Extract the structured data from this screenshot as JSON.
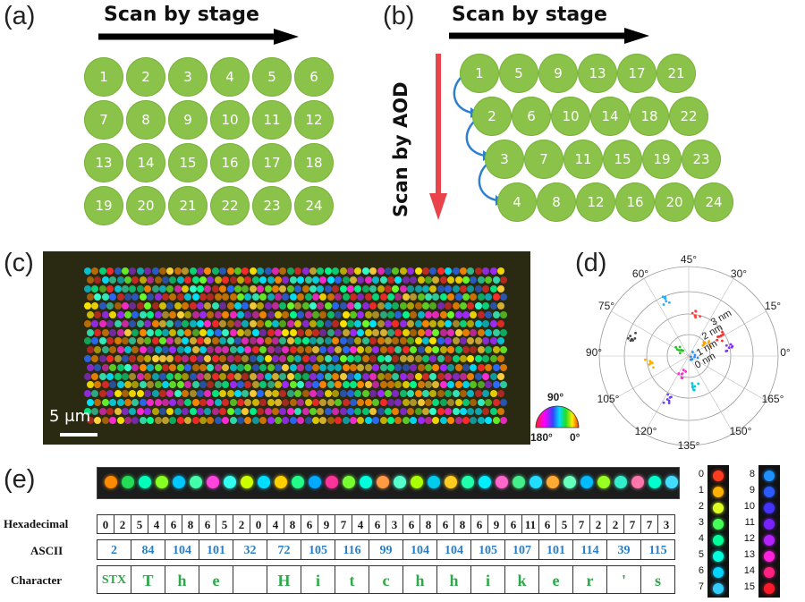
{
  "panels": {
    "a": {
      "label": "(a)",
      "stage_label": "Scan by stage"
    },
    "b": {
      "label": "(b)",
      "stage_label": "Scan by stage",
      "aod_label": "Scan by AOD"
    },
    "c": {
      "label": "(c)",
      "scale_bar": "5 μm",
      "colorwheel_top": "90°",
      "colorwheel_left": "180°",
      "colorwheel_right": "0°"
    },
    "d": {
      "label": "(d)"
    },
    "e": {
      "label": "(e)"
    }
  },
  "grid_a": [
    [
      "1",
      "2",
      "3",
      "4",
      "5",
      "6"
    ],
    [
      "7",
      "8",
      "9",
      "10",
      "11",
      "12"
    ],
    [
      "13",
      "14",
      "15",
      "16",
      "17",
      "18"
    ],
    [
      "19",
      "20",
      "21",
      "22",
      "23",
      "24"
    ]
  ],
  "grid_b": [
    [
      "1",
      "5",
      "9",
      "13",
      "17",
      "21"
    ],
    [
      "2",
      "6",
      "10",
      "14",
      "18",
      "22"
    ],
    [
      "3",
      "7",
      "11",
      "15",
      "19",
      "23"
    ],
    [
      "4",
      "8",
      "12",
      "16",
      "20",
      "24"
    ]
  ],
  "polar": {
    "angles": [
      "45°",
      "30°",
      "15°",
      "0°",
      "165°",
      "150°",
      "135°",
      "120°",
      "105°",
      "90°",
      "75°",
      "60°"
    ],
    "rings": [
      "0 nm",
      "1 nm",
      "2 nm",
      "3 nm"
    ]
  },
  "table": {
    "row_labels": [
      "Hexadecimal",
      "ASCII",
      "Character"
    ],
    "hex": [
      "0",
      "2",
      "5",
      "4",
      "6",
      "8",
      "6",
      "5",
      "2",
      "0",
      "4",
      "8",
      "6",
      "9",
      "7",
      "4",
      "6",
      "3",
      "6",
      "8",
      "6",
      "8",
      "6",
      "9",
      "6",
      "11",
      "6",
      "5",
      "7",
      "2",
      "2",
      "7",
      "7",
      "3"
    ],
    "ascii": [
      "2",
      "84",
      "104",
      "101",
      "32",
      "72",
      "105",
      "116",
      "99",
      "104",
      "104",
      "105",
      "107",
      "101",
      "114",
      "39",
      "115"
    ],
    "chars": [
      "STX",
      "T",
      "h",
      "e",
      "",
      "H",
      "i",
      "t",
      "c",
      "h",
      "h",
      "i",
      "k",
      "e",
      "r",
      "'",
      "s"
    ]
  },
  "legend": {
    "left": [
      "0",
      "1",
      "2",
      "3",
      "4",
      "5",
      "6",
      "7"
    ],
    "right": [
      "8",
      "9",
      "10",
      "11",
      "12",
      "13",
      "14",
      "15"
    ]
  },
  "colors": {
    "circle_green": "#8bc34a",
    "aod_arrow": "#e8444a",
    "curve_arrow": "#2f7fd0",
    "ascii_blue": "#2a7ec5",
    "char_green": "#2ea84a"
  }
}
